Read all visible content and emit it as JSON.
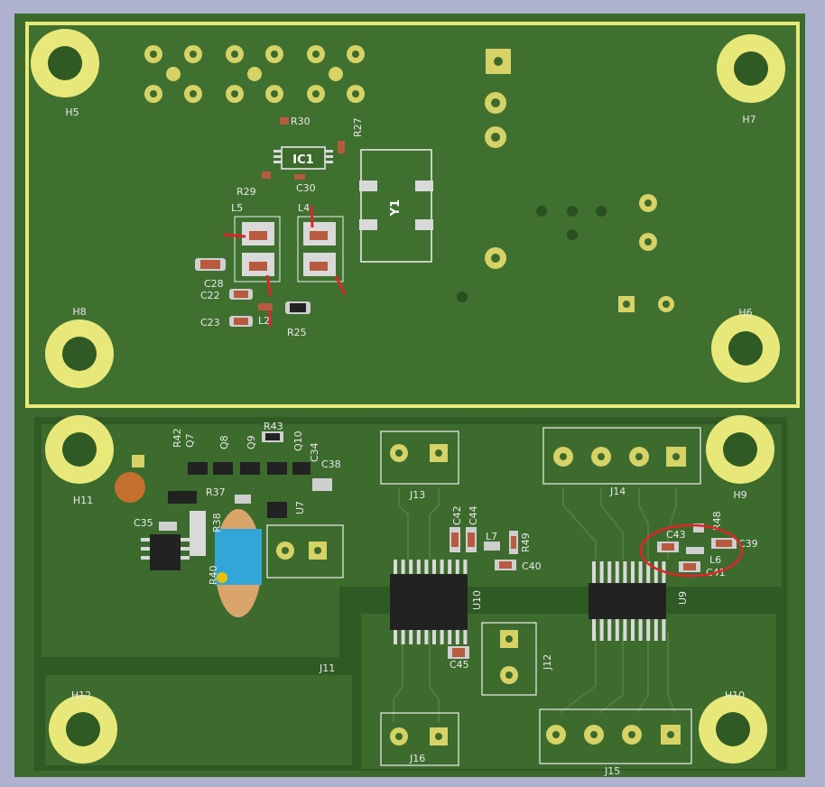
{
  "colors": {
    "background": "#aeb2cf",
    "board": "#3b6a2c",
    "board_dark": "#2f5a23",
    "outline": "#e8e87a",
    "pad": "#d6d266",
    "silk": "#efefef",
    "annotation": "#e0242a"
  },
  "mounting_holes": [
    {
      "id": "H5",
      "label": "H5"
    },
    {
      "id": "H7",
      "label": "H7"
    },
    {
      "id": "H8",
      "label": "H8"
    },
    {
      "id": "H6",
      "label": "H6"
    },
    {
      "id": "H11",
      "label": "H11"
    },
    {
      "id": "H9",
      "label": "H9"
    },
    {
      "id": "H12",
      "label": "H12"
    },
    {
      "id": "H10",
      "label": "H10"
    }
  ],
  "ic_label": "IC1",
  "crystal_label": "Y1",
  "connectors": {
    "J11": "J11",
    "J12": "J12",
    "J13": "J13",
    "J14": "J14",
    "J15": "J15",
    "J16": "J16"
  },
  "ics": {
    "U7": "U7",
    "U9": "U9",
    "U10": "U10"
  },
  "components": {
    "R30": "R30",
    "R27": "R27",
    "R29": "R29",
    "C30": "C30",
    "L5": "L5",
    "L4": "L4",
    "C28": "C28",
    "C22": "C22",
    "C23": "C23",
    "L2": "L2",
    "R25": "R25",
    "R42": "R42",
    "Q7": "Q7",
    "Q8": "Q8",
    "Q9": "Q9",
    "R43": "R43",
    "Q10": "Q10",
    "C34": "C34",
    "C38": "C38",
    "R37": "R37",
    "C35": "C35",
    "R38": "R38",
    "R40": "R40",
    "C42": "C42",
    "C44": "C44",
    "L7": "L7",
    "R49": "R49",
    "C40": "C40",
    "C45": "C45",
    "C43": "C43",
    "R48": "R48",
    "C39": "C39",
    "L6": "L6",
    "C41": "C41"
  }
}
